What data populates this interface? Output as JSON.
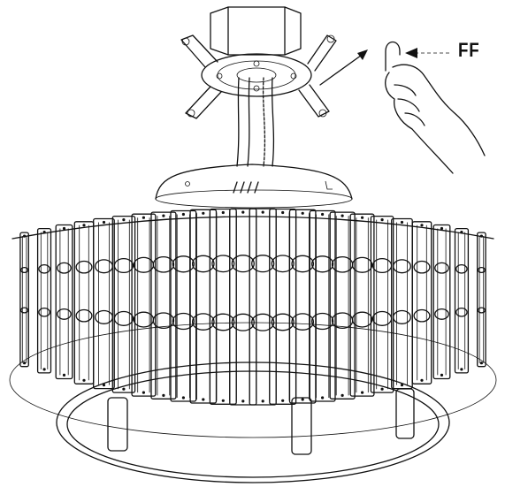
{
  "callout": {
    "label": "FF"
  },
  "colors": {
    "line": "#111111",
    "background": "#ffffff"
  },
  "diagram": {
    "parts": [
      "ceiling-canopy",
      "mounting-bracket",
      "wire-hook",
      "hand",
      "fixture-canopy",
      "crystal-drum",
      "bottom-ring"
    ],
    "crystal_count": 24
  }
}
